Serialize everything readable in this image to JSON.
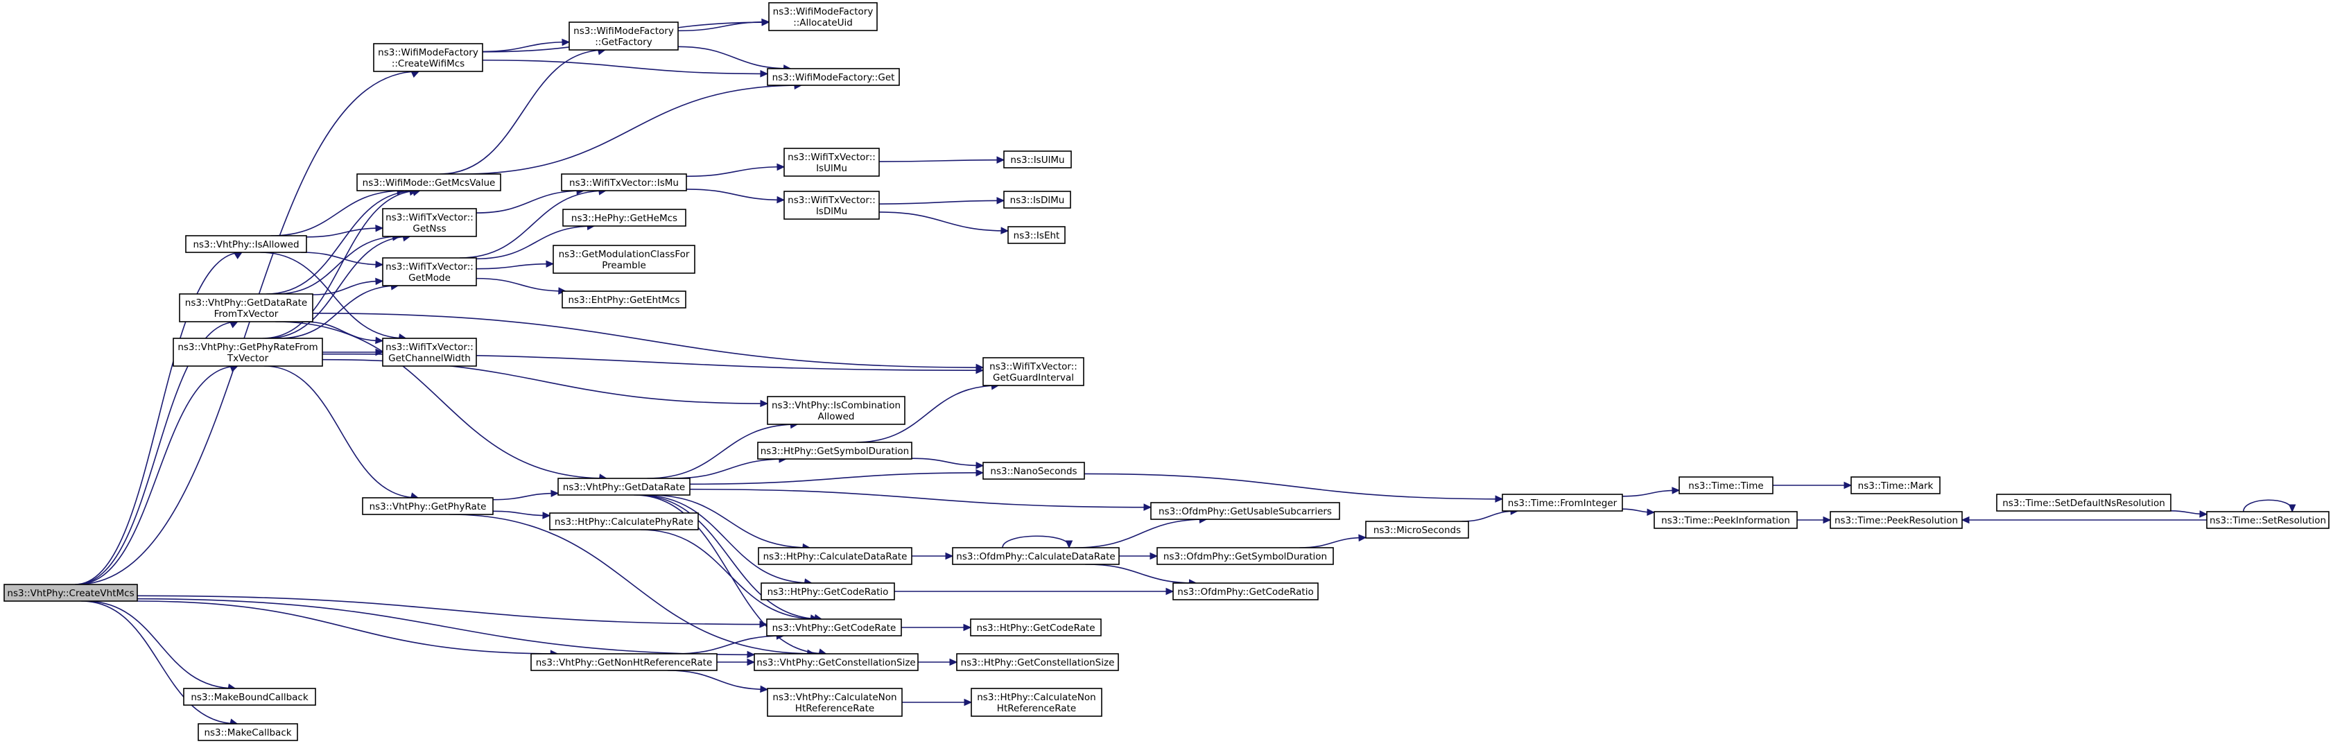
{
  "nodes": [
    {
      "id": "createVhtMcs",
      "lines": [
        "ns3::VhtPhy::CreateVhtMcs"
      ],
      "root": true
    },
    {
      "id": "makeBoundCallback",
      "lines": [
        "ns3::MakeBoundCallback"
      ]
    },
    {
      "id": "makeCallback",
      "lines": [
        "ns3::MakeCallback"
      ]
    },
    {
      "id": "createWifiMcs",
      "lines": [
        "ns3::WifiModeFactory",
        "::CreateWifiMcs"
      ]
    },
    {
      "id": "isAllowed",
      "lines": [
        "ns3::VhtPhy::IsAllowed"
      ]
    },
    {
      "id": "getDataRateFromTx",
      "lines": [
        "ns3::VhtPhy::GetDataRate",
        "FromTxVector"
      ]
    },
    {
      "id": "getPhyRateFromTx",
      "lines": [
        "ns3::VhtPhy::GetPhyRateFrom",
        "TxVector"
      ]
    },
    {
      "id": "getPhyRate",
      "lines": [
        "ns3::VhtPhy::GetPhyRate"
      ]
    },
    {
      "id": "getNonHtRefRate",
      "lines": [
        "ns3::VhtPhy::GetNonHtReferenceRate"
      ]
    },
    {
      "id": "getMcsValue",
      "lines": [
        "ns3::WifiMode::GetMcsValue"
      ]
    },
    {
      "id": "getNss",
      "lines": [
        "ns3::WifiTxVector::",
        "GetNss"
      ]
    },
    {
      "id": "getMode",
      "lines": [
        "ns3::WifiTxVector::",
        "GetMode"
      ]
    },
    {
      "id": "getChannelWidth",
      "lines": [
        "ns3::WifiTxVector::",
        "GetChannelWidth"
      ]
    },
    {
      "id": "getFactory",
      "lines": [
        "ns3::WifiModeFactory",
        "::GetFactory"
      ]
    },
    {
      "id": "isMu",
      "lines": [
        "ns3::WifiTxVector::IsMu"
      ]
    },
    {
      "id": "heGetMcs",
      "lines": [
        "ns3::HePhy::GetHeMcs"
      ]
    },
    {
      "id": "getModClass",
      "lines": [
        "ns3::GetModulationClassFor",
        "Preamble"
      ]
    },
    {
      "id": "ehtGetMcs",
      "lines": [
        "ns3::EhtPhy::GetEhtMcs"
      ]
    },
    {
      "id": "vhtGetDataRate",
      "lines": [
        "ns3::VhtPhy::GetDataRate"
      ]
    },
    {
      "id": "htCalcPhyRate",
      "lines": [
        "ns3::HtPhy::CalculatePhyRate"
      ]
    },
    {
      "id": "allocateUid",
      "lines": [
        "ns3::WifiModeFactory",
        "::AllocateUid"
      ]
    },
    {
      "id": "factoryGet",
      "lines": [
        "ns3::WifiModeFactory::Get"
      ]
    },
    {
      "id": "isUlMuVec",
      "lines": [
        "ns3::WifiTxVector::",
        "IsUlMu"
      ]
    },
    {
      "id": "isDlMuVec",
      "lines": [
        "ns3::WifiTxVector::",
        "IsDlMu"
      ]
    },
    {
      "id": "isCombAllowed",
      "lines": [
        "ns3::VhtPhy::IsCombination",
        "Allowed"
      ]
    },
    {
      "id": "htGetSymbolDur",
      "lines": [
        "ns3::HtPhy::GetSymbolDuration"
      ]
    },
    {
      "id": "htCalcDataRate",
      "lines": [
        "ns3::HtPhy::CalculateDataRate"
      ]
    },
    {
      "id": "htGetCodeRatio",
      "lines": [
        "ns3::HtPhy::GetCodeRatio"
      ]
    },
    {
      "id": "vhtGetCodeRate",
      "lines": [
        "ns3::VhtPhy::GetCodeRate"
      ]
    },
    {
      "id": "vhtGetConstSize",
      "lines": [
        "ns3::VhtPhy::GetConstellationSize"
      ]
    },
    {
      "id": "vhtCalcNonHt",
      "lines": [
        "ns3::VhtPhy::CalculateNon",
        "HtReferenceRate"
      ]
    },
    {
      "id": "isUlMu",
      "lines": [
        "ns3::IsUlMu"
      ]
    },
    {
      "id": "isDlMu",
      "lines": [
        "ns3::IsDlMu"
      ]
    },
    {
      "id": "isEht",
      "lines": [
        "ns3::IsEht"
      ]
    },
    {
      "id": "getGuardInterval",
      "lines": [
        "ns3::WifiTxVector::",
        "GetGuardInterval"
      ]
    },
    {
      "id": "nanoSeconds",
      "lines": [
        "ns3::NanoSeconds"
      ]
    },
    {
      "id": "ofdmCalcDataRate",
      "lines": [
        "ns3::OfdmPhy::CalculateDataRate"
      ]
    },
    {
      "id": "htGetCodeRate",
      "lines": [
        "ns3::HtPhy::GetCodeRate"
      ]
    },
    {
      "id": "htGetConstSize",
      "lines": [
        "ns3::HtPhy::GetConstellationSize"
      ]
    },
    {
      "id": "htCalcNonHt",
      "lines": [
        "ns3::HtPhy::CalculateNon",
        "HtReferenceRate"
      ]
    },
    {
      "id": "ofdmGetUsableSub",
      "lines": [
        "ns3::OfdmPhy::GetUsableSubcarriers"
      ]
    },
    {
      "id": "ofdmGetSymbolDur",
      "lines": [
        "ns3::OfdmPhy::GetSymbolDuration"
      ]
    },
    {
      "id": "ofdmGetCodeRatio",
      "lines": [
        "ns3::OfdmPhy::GetCodeRatio"
      ]
    },
    {
      "id": "microSeconds",
      "lines": [
        "ns3::MicroSeconds"
      ]
    },
    {
      "id": "timeFromInteger",
      "lines": [
        "ns3::Time::FromInteger"
      ]
    },
    {
      "id": "timeTime",
      "lines": [
        "ns3::Time::Time"
      ]
    },
    {
      "id": "peekInformation",
      "lines": [
        "ns3::Time::PeekInformation"
      ]
    },
    {
      "id": "timeMark",
      "lines": [
        "ns3::Time::Mark"
      ]
    },
    {
      "id": "peekResolution",
      "lines": [
        "ns3::Time::PeekResolution"
      ]
    },
    {
      "id": "setDefaultNsRes",
      "lines": [
        "ns3::Time::SetDefaultNsResolution"
      ]
    },
    {
      "id": "setResolution",
      "lines": [
        "ns3::Time::SetResolution"
      ]
    }
  ],
  "edges": [
    [
      "createVhtMcs",
      "createWifiMcs"
    ],
    [
      "createVhtMcs",
      "isAllowed"
    ],
    [
      "createVhtMcs",
      "getDataRateFromTx"
    ],
    [
      "createVhtMcs",
      "getPhyRateFromTx"
    ],
    [
      "createVhtMcs",
      "getNonHtRefRate"
    ],
    [
      "createVhtMcs",
      "vhtGetCodeRate"
    ],
    [
      "createVhtMcs",
      "vhtGetConstSize"
    ],
    [
      "createVhtMcs",
      "makeBoundCallback"
    ],
    [
      "createVhtMcs",
      "makeCallback"
    ],
    [
      "createWifiMcs",
      "getFactory"
    ],
    [
      "createWifiMcs",
      "allocateUid"
    ],
    [
      "createWifiMcs",
      "factoryGet"
    ],
    [
      "getFactory",
      "allocateUid"
    ],
    [
      "getFactory",
      "factoryGet"
    ],
    [
      "getMcsValue",
      "getFactory"
    ],
    [
      "getMcsValue",
      "factoryGet"
    ],
    [
      "isAllowed",
      "getMcsValue"
    ],
    [
      "isAllowed",
      "getNss"
    ],
    [
      "isAllowed",
      "getMode"
    ],
    [
      "isAllowed",
      "getChannelWidth"
    ],
    [
      "getDataRateFromTx",
      "getMcsValue"
    ],
    [
      "getDataRateFromTx",
      "getNss"
    ],
    [
      "getDataRateFromTx",
      "getMode"
    ],
    [
      "getDataRateFromTx",
      "getChannelWidth"
    ],
    [
      "getDataRateFromTx",
      "getGuardInterval"
    ],
    [
      "getDataRateFromTx",
      "vhtGetDataRate"
    ],
    [
      "getPhyRateFromTx",
      "getMcsValue"
    ],
    [
      "getPhyRateFromTx",
      "getNss"
    ],
    [
      "getPhyRateFromTx",
      "getMode"
    ],
    [
      "getPhyRateFromTx",
      "getChannelWidth"
    ],
    [
      "getPhyRateFromTx",
      "getGuardInterval"
    ],
    [
      "getPhyRateFromTx",
      "getPhyRate"
    ],
    [
      "getPhyRateFromTx",
      "isCombAllowed"
    ],
    [
      "getNss",
      "isMu"
    ],
    [
      "getMode",
      "isMu"
    ],
    [
      "getMode",
      "heGetMcs"
    ],
    [
      "getMode",
      "getModClass"
    ],
    [
      "getMode",
      "ehtGetMcs"
    ],
    [
      "isMu",
      "isUlMuVec"
    ],
    [
      "isMu",
      "isDlMuVec"
    ],
    [
      "isUlMuVec",
      "isUlMu"
    ],
    [
      "isDlMuVec",
      "isDlMu"
    ],
    [
      "isDlMuVec",
      "isEht"
    ],
    [
      "getPhyRate",
      "vhtGetDataRate"
    ],
    [
      "getPhyRate",
      "htCalcPhyRate"
    ],
    [
      "getPhyRate",
      "vhtGetConstSize"
    ],
    [
      "htCalcPhyRate",
      "vhtGetCodeRate"
    ],
    [
      "vhtGetDataRate",
      "isCombAllowed"
    ],
    [
      "vhtGetDataRate",
      "htGetSymbolDur"
    ],
    [
      "vhtGetDataRate",
      "nanoSeconds"
    ],
    [
      "vhtGetDataRate",
      "ofdmGetUsableSub"
    ],
    [
      "vhtGetDataRate",
      "htCalcDataRate"
    ],
    [
      "vhtGetDataRate",
      "htGetCodeRatio"
    ],
    [
      "vhtGetDataRate",
      "vhtGetCodeRate"
    ],
    [
      "vhtGetDataRate",
      "vhtGetConstSize"
    ],
    [
      "htGetSymbolDur",
      "getGuardInterval"
    ],
    [
      "htGetSymbolDur",
      "nanoSeconds"
    ],
    [
      "nanoSeconds",
      "timeFromInteger"
    ],
    [
      "htCalcDataRate",
      "ofdmCalcDataRate"
    ],
    [
      "ofdmCalcDataRate",
      "ofdmCalcDataRate"
    ],
    [
      "ofdmCalcDataRate",
      "ofdmGetUsableSub"
    ],
    [
      "ofdmCalcDataRate",
      "ofdmGetSymbolDur"
    ],
    [
      "ofdmCalcDataRate",
      "ofdmGetCodeRatio"
    ],
    [
      "htGetCodeRatio",
      "ofdmGetCodeRatio"
    ],
    [
      "ofdmGetSymbolDur",
      "microSeconds"
    ],
    [
      "microSeconds",
      "timeFromInteger"
    ],
    [
      "timeFromInteger",
      "timeTime"
    ],
    [
      "timeFromInteger",
      "peekInformation"
    ],
    [
      "timeTime",
      "timeMark"
    ],
    [
      "peekInformation",
      "peekResolution"
    ],
    [
      "setDefaultNsRes",
      "setResolution"
    ],
    [
      "setResolution",
      "setResolution"
    ],
    [
      "setResolution",
      "peekResolution"
    ],
    [
      "vhtGetCodeRate",
      "htGetCodeRate"
    ],
    [
      "vhtGetConstSize",
      "htGetConstSize"
    ],
    [
      "getNonHtRefRate",
      "vhtGetCodeRate"
    ],
    [
      "getNonHtRefRate",
      "vhtGetConstSize"
    ],
    [
      "getNonHtRefRate",
      "vhtCalcNonHt"
    ],
    [
      "vhtCalcNonHt",
      "htCalcNonHt"
    ]
  ]
}
